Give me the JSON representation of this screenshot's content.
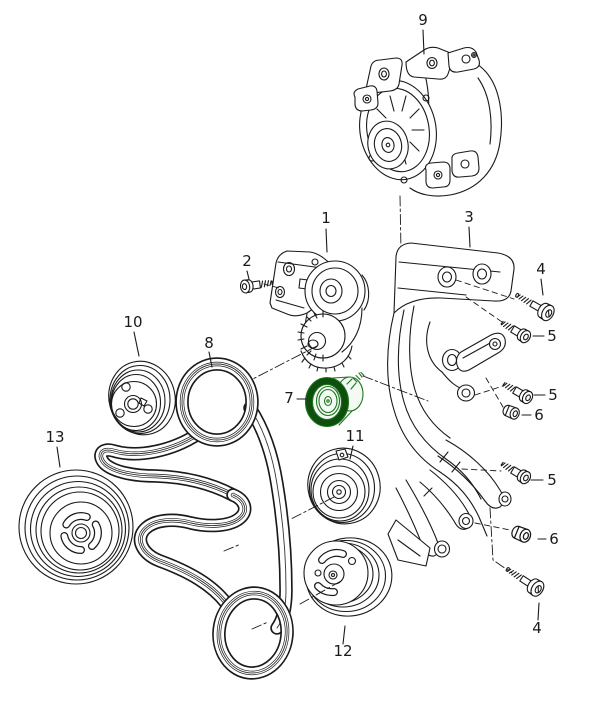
{
  "diagram": {
    "background": "#ffffff",
    "colors": {
      "line": "#1a1a1a",
      "green_stroke": "#1e751e",
      "green_dark": "#0e4f0e",
      "green_band": "#4d9e4d",
      "green_face": "#f3faf3"
    },
    "callouts": {
      "c1": "1",
      "c2": "2",
      "c3": "3",
      "c4a": "4",
      "c4b": "4",
      "c5a": "5",
      "c5b": "5",
      "c5c": "5",
      "c6a": "6",
      "c6b": "6",
      "c7": "7",
      "c8": "8",
      "c9": "9",
      "c10": "10",
      "c11": "11",
      "c12": "12",
      "c13": "13"
    }
  }
}
